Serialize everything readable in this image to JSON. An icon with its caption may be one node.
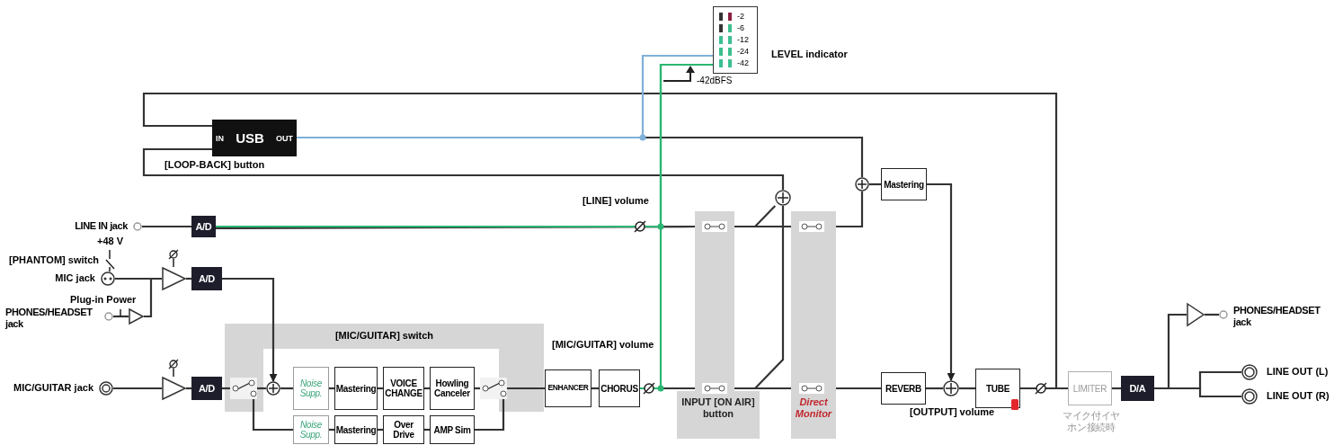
{
  "diagram": {
    "nodes": [
      {
        "text": [
          "IN",
          "USB",
          "OUT"
        ]
      },
      {
        "text": [
          "-2",
          "-6",
          "-12",
          "-24",
          "-42"
        ],
        "beside": [
          "LEVEL indicator"
        ]
      },
      {
        "text": [],
        "shape": "circle",
        "beside": [
          "LINE IN jack"
        ]
      },
      {
        "text": [
          "A/D"
        ]
      },
      {
        "text": [],
        "shape": "circle",
        "beside": [
          "MIC jack"
        ]
      },
      {
        "text": [],
        "shape": "circle",
        "beside": [
          "PHONES/HEADSET jack"
        ]
      },
      {
        "text": [],
        "shape": "circle",
        "beside": [
          "MIC/GUITAR jack"
        ]
      },
      {
        "text": [],
        "shape": "triangle"
      },
      {
        "text": [],
        "shape": "triangle"
      },
      {
        "text": [],
        "shape": "triangle"
      },
      {
        "text": [
          "A/D"
        ]
      },
      {
        "text": [
          "A/D"
        ]
      },
      {
        "text": [
          "[MIC/GUITAR] switch"
        ]
      },
      {
        "text": [],
        "shape": "circle",
        "in": 12
      },
      {
        "text": [
          "Noise Supp."
        ],
        "in": 12
      },
      {
        "text": [
          "Mastering"
        ],
        "in": 12
      },
      {
        "text": [
          "VOICE CHANGE"
        ],
        "in": 12
      },
      {
        "text": [
          "Howling Canceler"
        ],
        "in": 12
      },
      {
        "text": [
          "Noise Supp."
        ]
      },
      {
        "text": [
          "Mastering"
        ]
      },
      {
        "text": [
          "Over Drive"
        ]
      },
      {
        "text": [
          "AMP Sim"
        ]
      },
      {
        "text": [
          "ENHANCER"
        ]
      },
      {
        "text": [
          "CHORUS"
        ]
      },
      {
        "text": [
          "INPUT [ON AIR] button"
        ]
      },
      {
        "text": [
          "Direct Monitor"
        ]
      },
      {
        "text": [],
        "shape": "circle"
      },
      {
        "text": [],
        "shape": "circle"
      },
      {
        "text": [
          "Mastering"
        ]
      },
      {
        "text": [
          "REVERB"
        ]
      },
      {
        "text": [],
        "shape": "circle"
      },
      {
        "text": [
          "TUBE"
        ]
      },
      {
        "text": [
          "LIMITER"
        ],
        "beside": [
          "マイク付イヤホン接続時"
        ]
      },
      {
        "text": [
          "D/A"
        ]
      },
      {
        "text": [],
        "shape": "triangle"
      },
      {
        "text": [],
        "shape": "circle",
        "beside": [
          "PHONES/HEADSET jack"
        ]
      },
      {
        "text": [],
        "shape": "circle",
        "beside": [
          "LINE OUT (L)"
        ]
      },
      {
        "text": [],
        "shape": "circle",
        "beside": [
          "LINE OUT (R)"
        ]
      },
      {
        "text": [],
        "shape": "switch",
        "in": 12
      },
      {
        "text": [],
        "shape": "switch",
        "in": 12
      }
    ],
    "edges": [
      {
        "from": 2,
        "to": 3,
        "arrow": "none"
      },
      {
        "from": 3,
        "to": 24,
        "arrow": "none"
      },
      {
        "from": 24,
        "to": 25,
        "arrow": "none"
      },
      {
        "from": 25,
        "to": 27,
        "arrow": "none"
      },
      {
        "from": 24,
        "to": 26,
        "arrow": "none"
      },
      {
        "from": 4,
        "to": 8,
        "arrow": "none"
      },
      {
        "from": 5,
        "to": 7,
        "arrow": "none"
      },
      {
        "from": 7,
        "to": 8,
        "arrow": "none"
      },
      {
        "from": 6,
        "to": 9,
        "arrow": "none"
      },
      {
        "from": 8,
        "to": 10,
        "arrow": "none"
      },
      {
        "from": 9,
        "to": 11,
        "arrow": "none"
      },
      {
        "from": 10,
        "to": 13,
        "arrow": "to"
      },
      {
        "from": 11,
        "to": 38,
        "arrow": "none"
      },
      {
        "from": 38,
        "to": 18,
        "arrow": "none"
      },
      {
        "from": 13,
        "to": 14,
        "arrow": "none"
      },
      {
        "from": 14,
        "to": 15,
        "arrow": "none"
      },
      {
        "from": 15,
        "to": 16,
        "arrow": "none"
      },
      {
        "from": 16,
        "to": 17,
        "arrow": "none"
      },
      {
        "from": 39,
        "to": 22,
        "arrow": "none"
      },
      {
        "from": 18,
        "to": 19,
        "arrow": "none"
      },
      {
        "from": 19,
        "to": 20,
        "arrow": "none"
      },
      {
        "from": 20,
        "to": 21,
        "arrow": "none"
      },
      {
        "from": 21,
        "to": 39,
        "arrow": "none"
      },
      {
        "from": 22,
        "to": 23,
        "arrow": "none"
      },
      {
        "from": 23,
        "to": 24,
        "arrow": "none"
      },
      {
        "from": 24,
        "to": 25,
        "arrow": "none"
      },
      {
        "from": 25,
        "to": 29,
        "arrow": "none"
      },
      {
        "from": 24,
        "to": 26,
        "arrow": "none"
      },
      {
        "from": 26,
        "to": 0,
        "arrow": "none"
      },
      {
        "from": 0,
        "to": 27,
        "arrow": "none"
      },
      {
        "from": 27,
        "to": 28,
        "arrow": "none"
      },
      {
        "from": 28,
        "to": 30,
        "arrow": "to"
      },
      {
        "from": 29,
        "to": 30,
        "arrow": "none"
      },
      {
        "from": 30,
        "to": 31,
        "arrow": "none"
      },
      {
        "from": 31,
        "to": 32,
        "arrow": "none"
      },
      {
        "from": 32,
        "to": 33,
        "arrow": "none"
      },
      {
        "from": 33,
        "to": 34,
        "arrow": "none"
      },
      {
        "from": 34,
        "to": 35,
        "arrow": "none"
      },
      {
        "from": 33,
        "to": 36,
        "arrow": "none"
      },
      {
        "from": 33,
        "to": 37,
        "arrow": "none"
      },
      {
        "from": 31,
        "to": 0,
        "arrow": "none"
      },
      {
        "from": 0,
        "to": 1,
        "arrow": "none",
        "color": "#7fb0d8"
      },
      {
        "from": 3,
        "to": 1,
        "arrow": "none",
        "color": "#2bb673"
      },
      {
        "from": 23,
        "to": 1,
        "arrow": "none",
        "color": "#2bb673"
      },
      {
        "from": 38,
        "to": 13,
        "arrow": "none"
      },
      {
        "from": 17,
        "to": 39,
        "arrow": "none"
      }
    ],
    "labels": [
      "+48 V",
      "[PHANTOM] switch",
      "Plug-in Power",
      "[LOOP-BACK] button",
      "[LINE] volume",
      "[MIC/GUITAR] volume",
      "[OUTPUT] volume",
      "-42dBFS"
    ]
  }
}
